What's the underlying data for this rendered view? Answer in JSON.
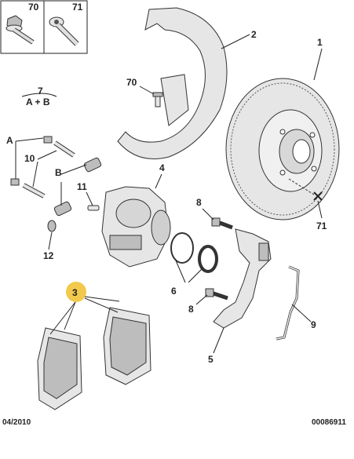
{
  "inset": {
    "left_label": "70",
    "right_label": "71"
  },
  "kit": {
    "number": "7",
    "content": "A + B"
  },
  "callouts": {
    "c1": "1",
    "c2": "2",
    "c3": "3",
    "c4": "4",
    "c5": "5",
    "c6": "6",
    "c8a": "8",
    "c8b": "8",
    "c9": "9",
    "c10": "10",
    "c11": "11",
    "c12": "12",
    "c70": "70",
    "c71": "71",
    "cA": "A",
    "cB": "B"
  },
  "footer": {
    "date": "04/2010",
    "code": "00086911"
  }
}
